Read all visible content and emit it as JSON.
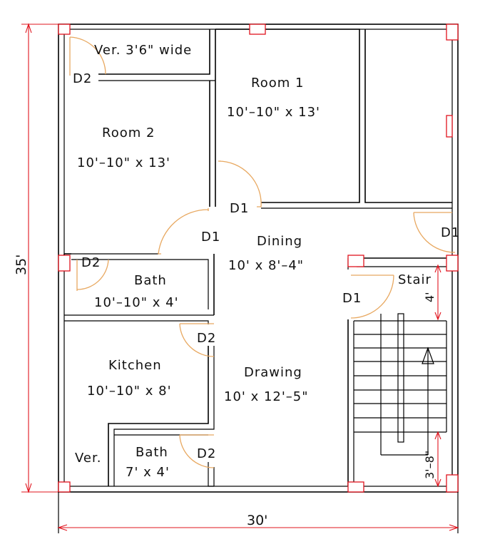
{
  "rooms": {
    "veranda_top": {
      "label": "Ver. 3'6\" wide"
    },
    "room1": {
      "name": "Room  1",
      "size": "10'–10\"  x  13'"
    },
    "room2": {
      "name": "Room  2",
      "size": "10'–10\"  x  13'"
    },
    "dining": {
      "name": "Dining",
      "size": "10'  x  8'–4\""
    },
    "bath1": {
      "name": "Bath",
      "size": "10'–10\"  x  4'"
    },
    "kitchen": {
      "name": "Kitchen",
      "size": "10'–10\"  x  8'"
    },
    "drawing": {
      "name": "Drawing",
      "size": "10'  x  12'–5\""
    },
    "veranda_bottom": {
      "label": "Ver."
    },
    "bath2": {
      "name": "Bath",
      "size": "7'  x  4'"
    },
    "stair": {
      "name": "Stair"
    }
  },
  "doors": {
    "d2_ver": "D2",
    "d1_room1": "D1",
    "d1_room2": "D1",
    "d1_right": "D1",
    "d2_bath1": "D2",
    "d1_stair": "D1",
    "d2_kitchen": "D2",
    "d2_bath2": "D2"
  },
  "dimensions": {
    "overall_height": "35'",
    "overall_width": "30'",
    "stair_top": "4'",
    "stair_bottom": "3'–8\""
  },
  "colors": {
    "walls": "#000000",
    "doors": "#e8a860",
    "dimensions": "#e0141e"
  }
}
